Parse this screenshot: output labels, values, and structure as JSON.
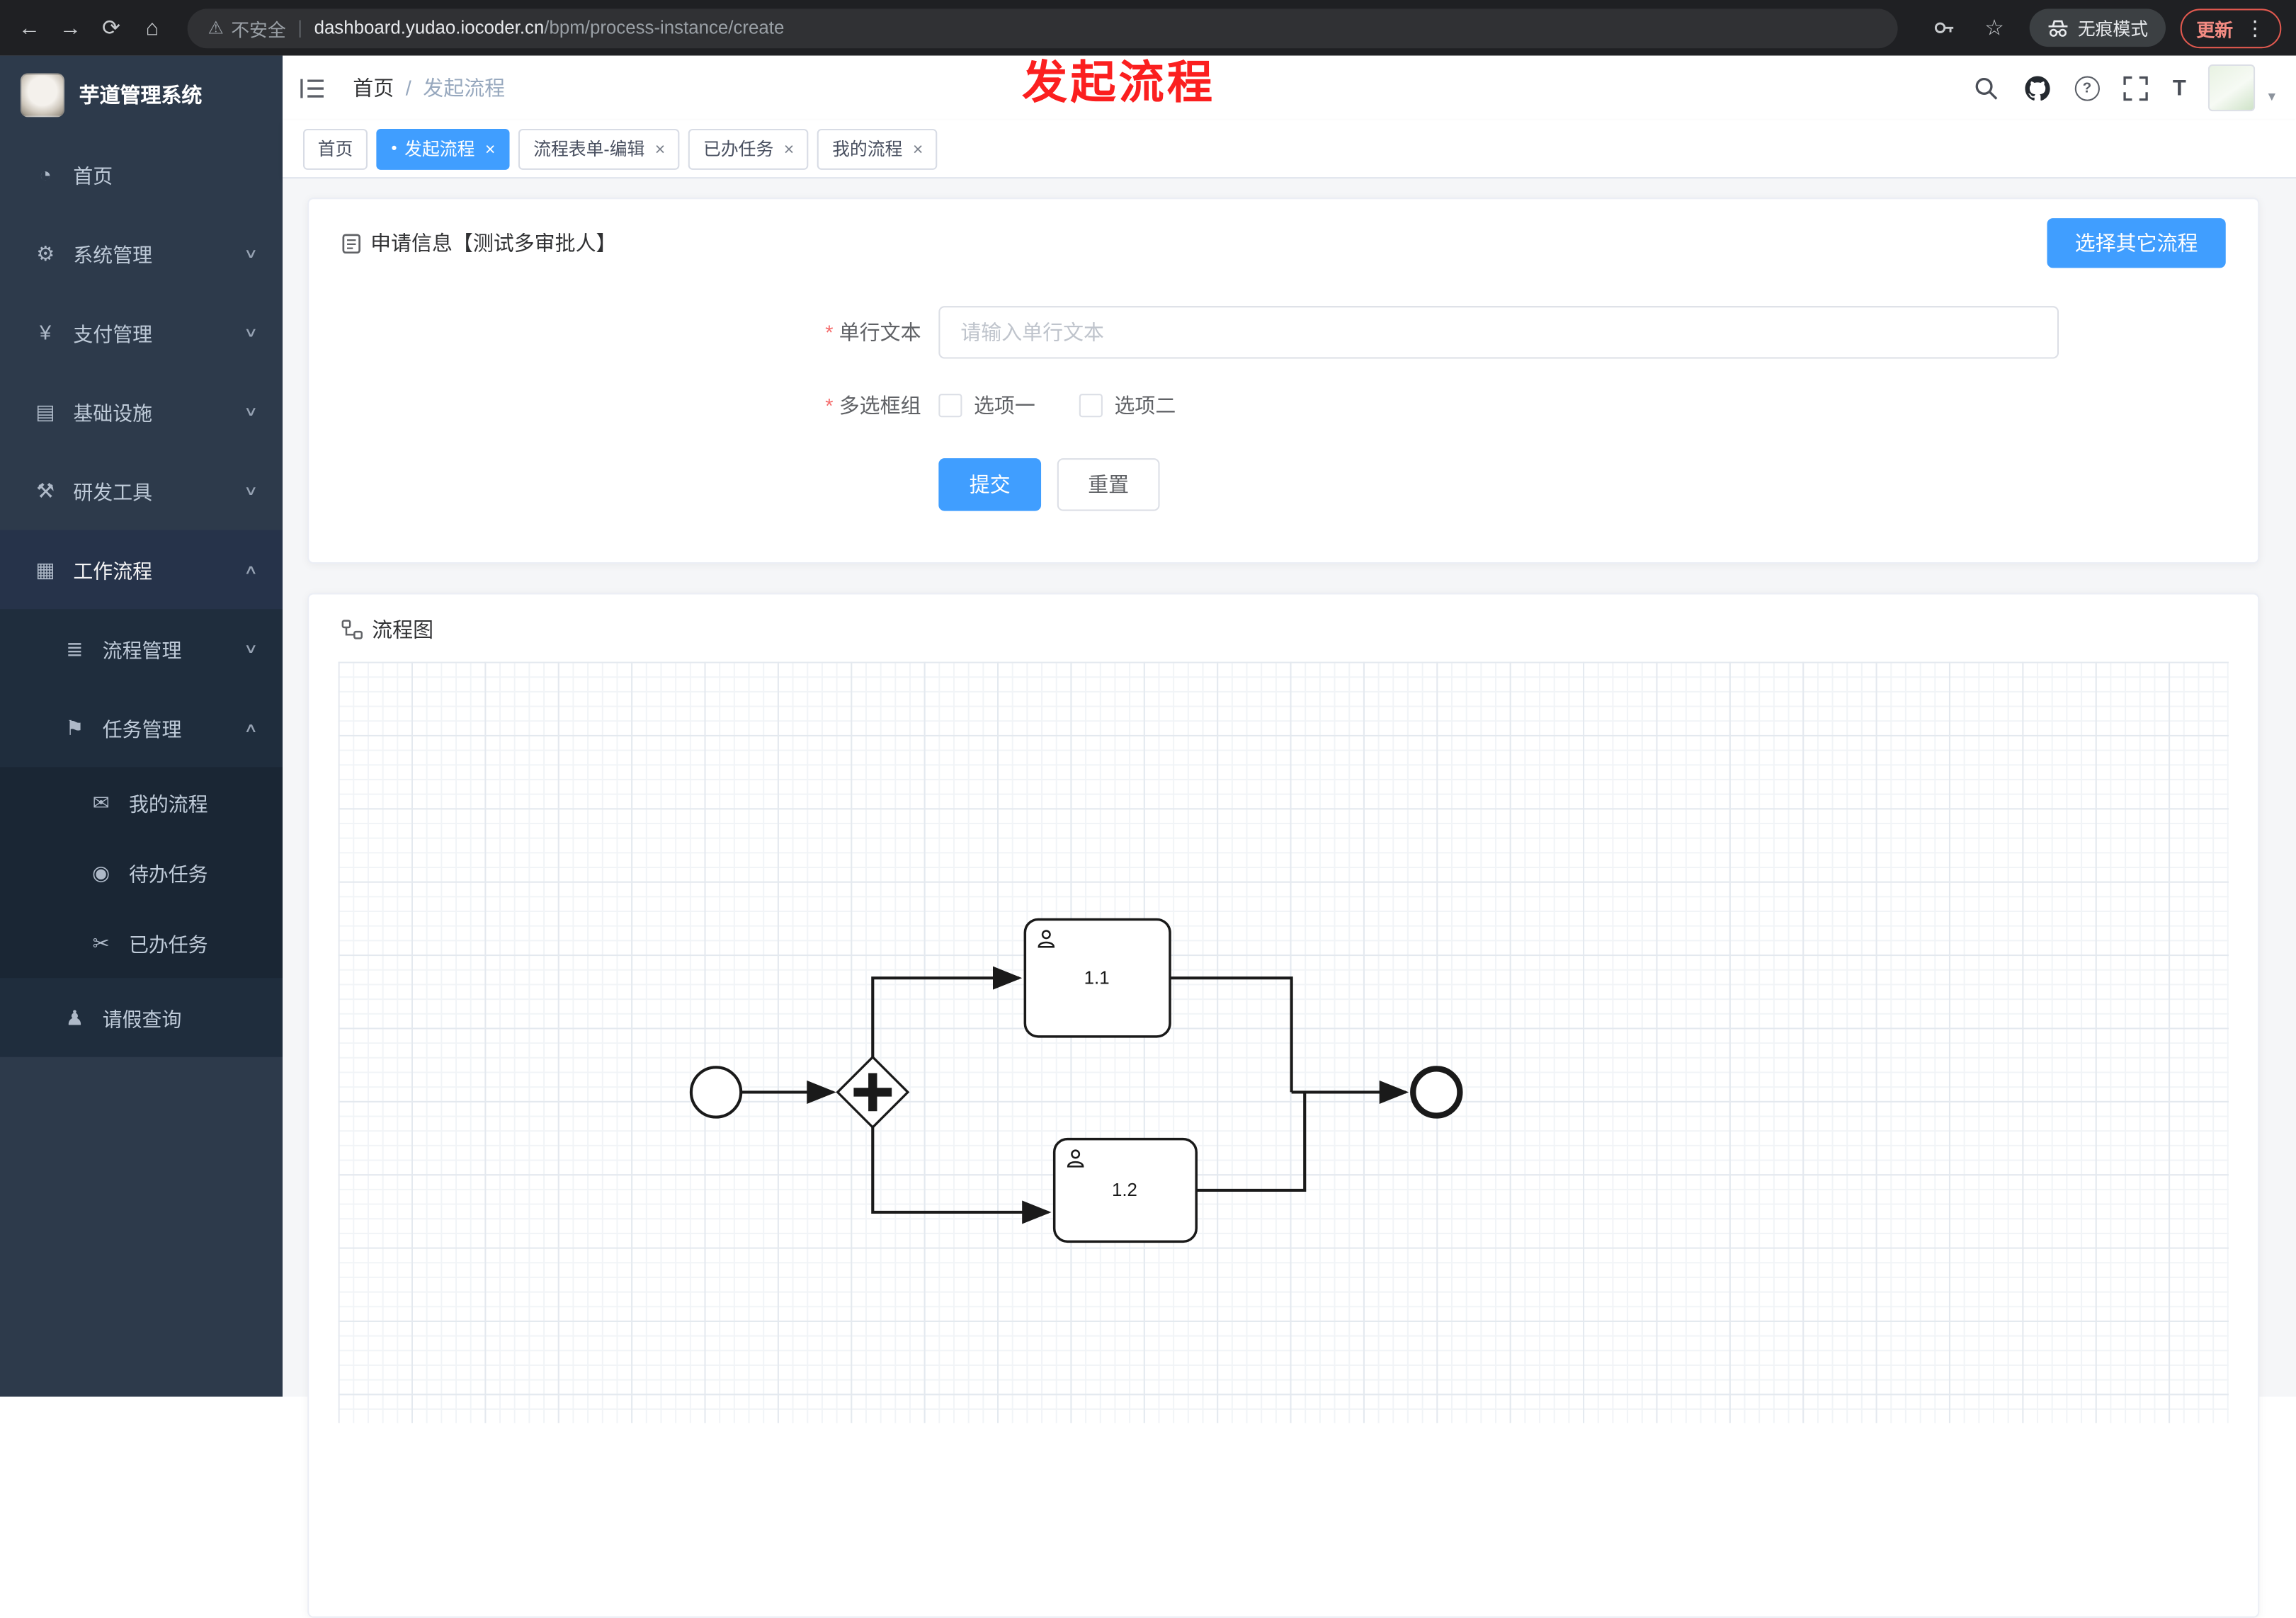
{
  "browser": {
    "security_label": "不安全",
    "url_host": "dashboard.yudao.iocoder.cn",
    "url_path": "/bpm/process-instance/create",
    "incognito_label": "无痕模式",
    "update_label": "更新",
    "icons": {
      "back": "←",
      "forward": "→",
      "refresh": "⟳",
      "home": "⌂",
      "warning": "⚠",
      "star": "☆",
      "kebab": "⋮",
      "divider": "|"
    }
  },
  "sidebar": {
    "title": "芋道管理系统",
    "items": [
      {
        "label": "首页",
        "icon": "◔"
      },
      {
        "label": "系统管理",
        "icon": "⚙",
        "chevron": "∨"
      },
      {
        "label": "支付管理",
        "icon": "¥",
        "chevron": "∨"
      },
      {
        "label": "基础设施",
        "icon": "▤",
        "chevron": "∨"
      },
      {
        "label": "研发工具",
        "icon": "⚒",
        "chevron": "∨"
      },
      {
        "label": "工作流程",
        "icon": "▦",
        "chevron": "∧"
      },
      {
        "label": "流程管理",
        "icon": "≣",
        "chevron": "∨"
      },
      {
        "label": "任务管理",
        "icon": "⚑",
        "chevron": "∧"
      },
      {
        "label": "我的流程",
        "icon": "✉"
      },
      {
        "label": "待办任务",
        "icon": "◉"
      },
      {
        "label": "已办任务",
        "icon": "✂"
      },
      {
        "label": "请假查询",
        "icon": "♟"
      }
    ]
  },
  "header": {
    "breadcrumb": {
      "home": "首页",
      "separator": "/",
      "current": "发起流程"
    },
    "annotation": "发起流程"
  },
  "tabs": [
    {
      "label": "首页",
      "closable": false,
      "active": false
    },
    {
      "label": "发起流程",
      "closable": true,
      "active": true
    },
    {
      "label": "流程表单-编辑",
      "closable": true,
      "active": false
    },
    {
      "label": "已办任务",
      "closable": true,
      "active": false
    },
    {
      "label": "我的流程",
      "closable": true,
      "active": false
    }
  ],
  "ui": {
    "close_glyph": "×",
    "active_dot": "●",
    "caret": "▾",
    "icons": {
      "help": "?",
      "textsize": "T"
    }
  },
  "form_card": {
    "title": "申请信息【测试多审批人】",
    "select_other_label": "选择其它流程",
    "required_mark": "*",
    "text_field": {
      "label": "单行文本",
      "placeholder": "请输入单行文本",
      "value": ""
    },
    "checkbox_group": {
      "label": "多选框组",
      "options": [
        {
          "label": "选项一",
          "checked": false
        },
        {
          "label": "选项二",
          "checked": false
        }
      ]
    },
    "submit_label": "提交",
    "reset_label": "重置"
  },
  "diagram_card": {
    "title": "流程图",
    "bpmn": {
      "node_types": [
        "start-event",
        "parallel-gateway",
        "user-task",
        "user-task",
        "end-event"
      ],
      "tasks": [
        {
          "label": "1.1"
        },
        {
          "label": "1.2"
        }
      ]
    }
  },
  "colors": {
    "primary": "#409eff",
    "annotation_red": "#fb1f1f",
    "sidebar_bg": "#2d3a4b"
  }
}
